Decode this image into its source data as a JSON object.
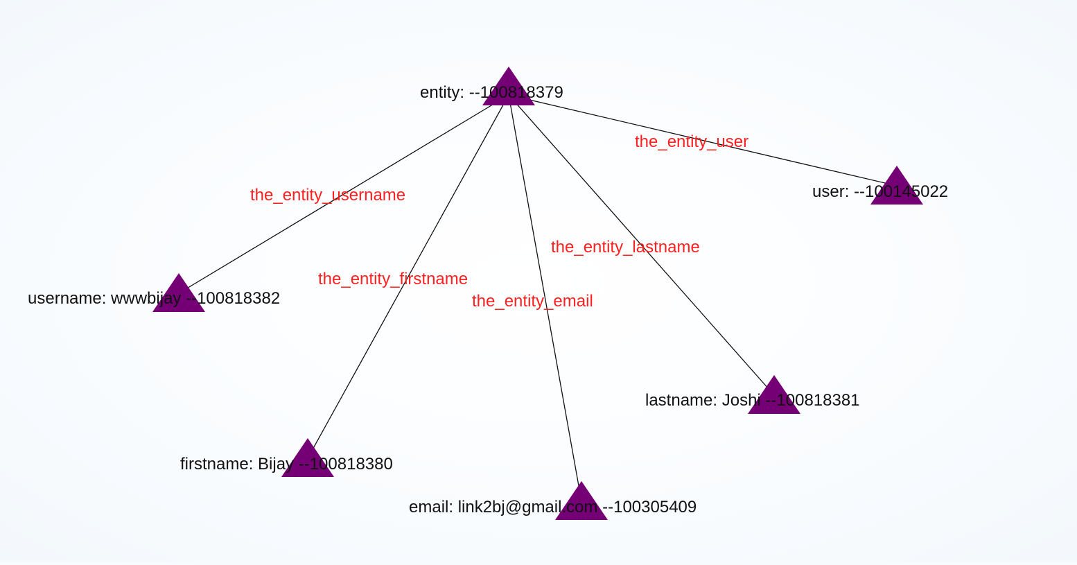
{
  "graph": {
    "node_color": "#750075",
    "edge_label_color": "#ff2020",
    "edge_color": "#111111",
    "node_shape": "triangle-icon",
    "nodes": [
      {
        "id": "entity",
        "label": "entity:  --100818379"
      },
      {
        "id": "user",
        "label": "user:  --100145022"
      },
      {
        "id": "username",
        "label": "username: wwwbijay --100818382"
      },
      {
        "id": "firstname",
        "label": "firstname: Bijay --100818380"
      },
      {
        "id": "email",
        "label": "email: link2bj@gmail.com --100305409"
      },
      {
        "id": "lastname",
        "label": "lastname: Joshi --100818381"
      }
    ],
    "edges": [
      {
        "from": "entity",
        "to": "user",
        "label": "the_entity_user"
      },
      {
        "from": "entity",
        "to": "username",
        "label": "the_entity_username"
      },
      {
        "from": "entity",
        "to": "firstname",
        "label": "the_entity_firstname"
      },
      {
        "from": "entity",
        "to": "email",
        "label": "the_entity_email"
      },
      {
        "from": "entity",
        "to": "lastname",
        "label": "the_entity_lastname"
      }
    ]
  }
}
